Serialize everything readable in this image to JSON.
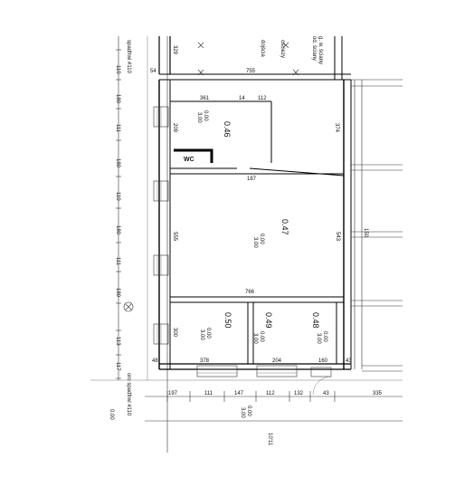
{
  "rooms": {
    "wc_label": "WC",
    "area_1": "0.46",
    "area_2": "0.47",
    "area_3": "0.50",
    "area_4": "0.49",
    "area_5": "0.48"
  },
  "top_notes": {
    "note_a": "dojścia",
    "note_b": "ościeży",
    "note_c": "od. ściany",
    "note_d": "g. w. ściany",
    "note_e": "329"
  },
  "left_labels": {
    "spad_top": "spadfrwi #110",
    "spad_bottom": "oro spadfrwi #110",
    "level": "0.00"
  },
  "vertical_dims": [
    "110",
    "180",
    "111",
    "180",
    "110",
    "180",
    "111",
    "180",
    "113",
    "117"
  ],
  "inner_dims": {
    "d755": "755",
    "d54": "54",
    "d361": "361",
    "d112a": "112",
    "d14": "14",
    "d374": "374",
    "d187": "187",
    "d766": "766",
    "d378": "378",
    "d204": "204",
    "d160": "160",
    "d43a": "43",
    "d48": "48",
    "d555": "555",
    "d543": "543",
    "d209": "209",
    "d300": "300",
    "d150": "150"
  },
  "bottom_dims": [
    "197",
    "111",
    "147",
    "112",
    "132",
    "43",
    "335"
  ],
  "bottom_right_label": "10'11",
  "level_marks": [
    "0.00",
    "0.00",
    "0.00",
    "0.00",
    "0.00",
    "0.00"
  ],
  "level_sub": [
    "3.00",
    "3.00",
    "3.00",
    "3.00",
    "3.00",
    "3.00"
  ]
}
